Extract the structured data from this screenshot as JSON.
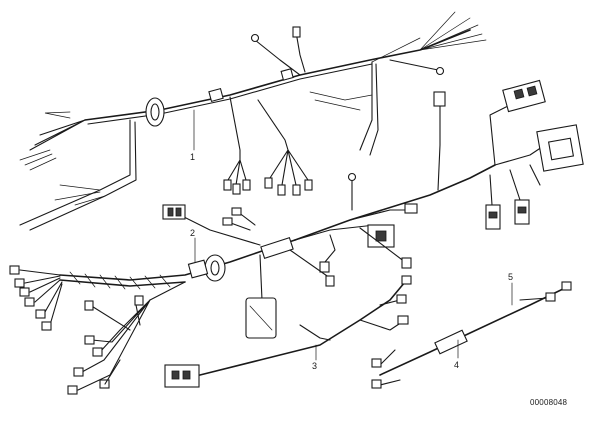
{
  "callouts": {
    "c1": "1",
    "c2": "2",
    "c3": "3",
    "c4": "4",
    "c5": "5"
  },
  "drawing_code": "00008048"
}
